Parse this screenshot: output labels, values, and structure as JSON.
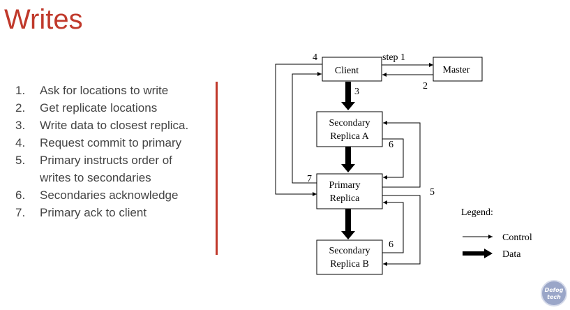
{
  "title": "Writes",
  "steps": [
    {
      "num": "1.",
      "text": "Ask for locations to write"
    },
    {
      "num": "2.",
      "text": "Get replicate locations"
    },
    {
      "num": "3.",
      "text": "Write data to closest replica."
    },
    {
      "num": "4.",
      "text": "Request commit to primary"
    },
    {
      "num": "5.",
      "text": "Primary instructs order of writes to secondaries"
    },
    {
      "num": "6.",
      "text": "Secondaries acknowledge"
    },
    {
      "num": "7.",
      "text": "Primary ack to client"
    }
  ],
  "diagram": {
    "nodes": {
      "client": "Client",
      "master": "Master",
      "secondary_a": [
        "Secondary",
        "Replica A"
      ],
      "primary": [
        "Primary",
        "Replica"
      ],
      "secondary_b": [
        "Secondary",
        "Replica B"
      ]
    },
    "edge_labels": {
      "step1": "step 1",
      "two": "2",
      "three": "3",
      "four": "4",
      "five": "5",
      "six_a": "6",
      "six_b": "6",
      "seven": "7"
    },
    "legend": {
      "title": "Legend:",
      "control": "Control",
      "data": "Data"
    }
  },
  "logo": {
    "line1": "Defog",
    "line2": "tech"
  },
  "colors": {
    "accent": "#c0392b",
    "body_text": "#444444",
    "logo_fill": "#9aa6c8"
  }
}
